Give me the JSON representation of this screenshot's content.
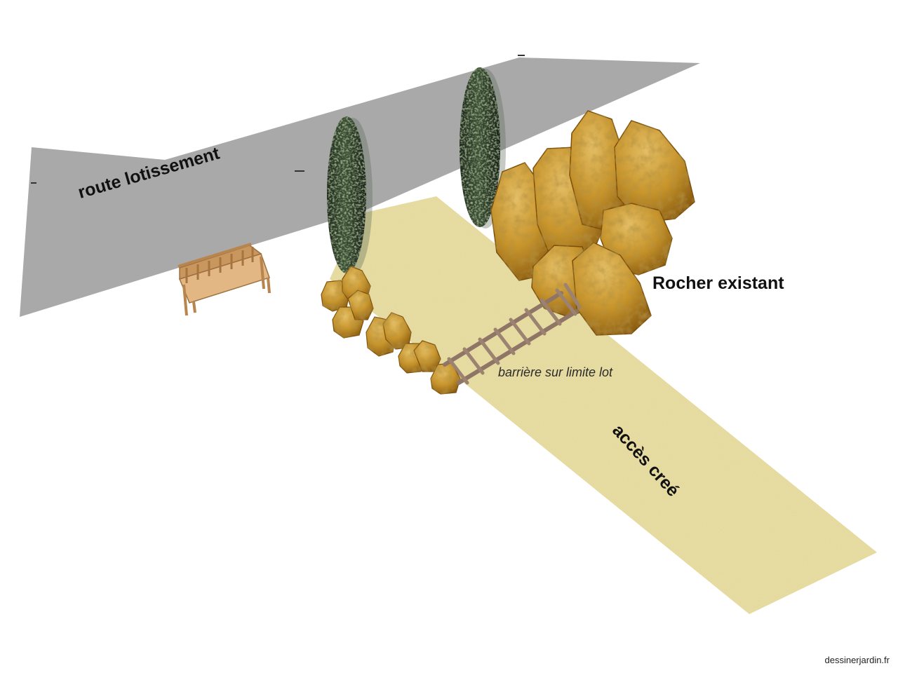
{
  "labels": {
    "road": "route lotissement",
    "rock": "Rocher existant",
    "fence": "barrière sur limite lot",
    "access": "accès creé",
    "credit": "dessinerjardin.fr"
  },
  "colors": {
    "road": "#a9a9a9",
    "gravel": "#e6dca0",
    "gravel_speck": "#b9a764",
    "rock": "#c8952c",
    "rock_shadow": "#8a5c14",
    "rock_highlight": "#e4be66",
    "cypress": "#2c3a2a",
    "cypress_highlight": "#4f6540",
    "fence": "#8f7566",
    "bench": "#d3a36d"
  },
  "icons": [
    "cypress-tree-icon",
    "rock-boulder-icon",
    "wooden-bench-icon",
    "wooden-fence-icon"
  ]
}
